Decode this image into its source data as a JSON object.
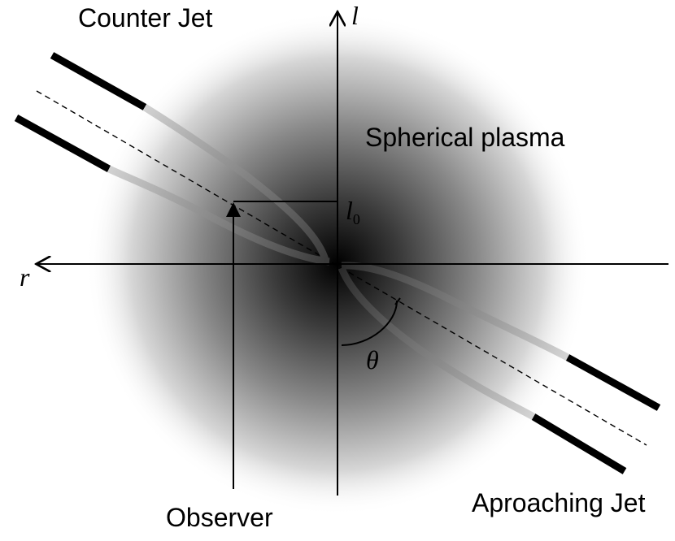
{
  "labels": {
    "counter_jet": "Counter Jet",
    "spherical_plasma": "Spherical plasma",
    "approaching_jet": "Aproaching Jet",
    "observer": "Observer",
    "axis_l": "l",
    "axis_r": "r",
    "l0_base": "l",
    "l0_sub": "0",
    "theta": "θ"
  },
  "colors": {
    "plasma_core": "#000000",
    "plasma_edge": "#ffffff",
    "jet_outer": "#000000",
    "jet_inner_dark": "#555555",
    "jet_inner_light": "#d0d0d0",
    "axis": "#000000"
  }
}
